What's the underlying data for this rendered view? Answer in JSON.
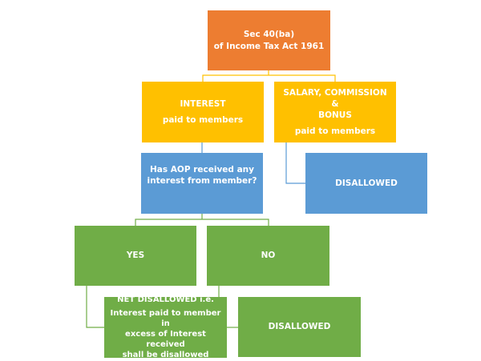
{
  "colors": {
    "root": "#ed7d31",
    "level1": "#ffc000",
    "level2": "#5b9bd5",
    "level3": "#70ad47",
    "connector_yellow": "#ffc000",
    "connector_blue": "#5b9bd5",
    "connector_green": "#70ad47"
  },
  "nodes": {
    "root": {
      "line1": "Sec 40(ba)",
      "line2": "of Income Tax Act 1961"
    },
    "interest": {
      "line1": "INTEREST",
      "line2": "paid to members"
    },
    "salary": {
      "line1": "SALARY, COMMISSION &",
      "line1b": "BONUS",
      "line2": "paid to members"
    },
    "question": {
      "line1": "Has AOP received any",
      "line2": "interest from member?"
    },
    "salary_result": {
      "label": "DISALLOWED"
    },
    "yes": {
      "label": "YES"
    },
    "no": {
      "label": "NO"
    },
    "net_disallowed": {
      "line1": "NET DISALLOWED i.e.",
      "line2": "Interest paid to member in",
      "line3": "excess of Interest received",
      "line4": "shall be disallowed"
    },
    "no_result": {
      "label": "DISALLOWED"
    }
  }
}
